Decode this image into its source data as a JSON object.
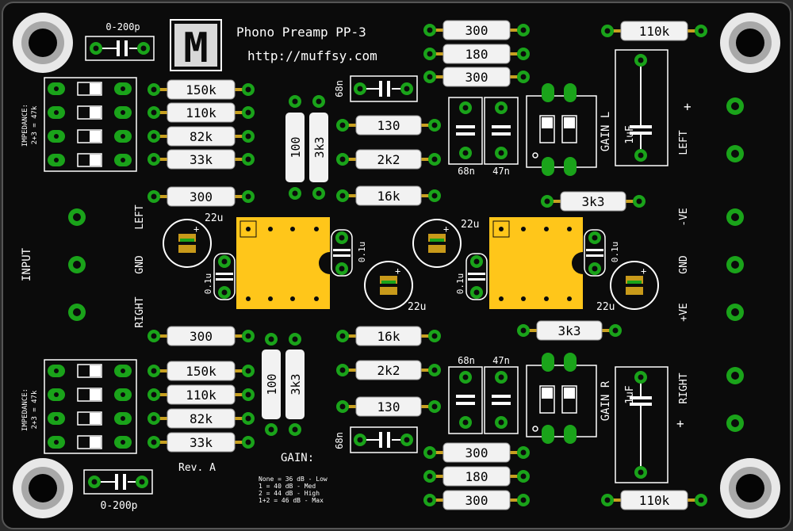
{
  "board": {
    "title": "Phono Preamp PP-3",
    "url": "http://muffsy.com",
    "logo_letter": "M",
    "revision": "Rev. A",
    "colors": {
      "board": "#0b0b0b",
      "silk": "#ffffff",
      "copper_pad": "#1aa31a",
      "gold": "#ffc61a",
      "body": "#f2f2f2"
    }
  },
  "labels": {
    "input": "INPUT",
    "left": "LEFT",
    "gnd": "GND",
    "right": "RIGHT",
    "gain": "GAIN:",
    "impedance_top": "IMPEDANCE:",
    "impedance_bottom": "2+3 = 47k",
    "gain_l": "GAIN L",
    "gain_r": "GAIN R",
    "out_left": "LEFT",
    "out_right": "RIGHT",
    "plus": "+",
    "neg_ve": "-VE",
    "pos_ve": "+VE",
    "power_gnd": "GND"
  },
  "gain_table": [
    "None = 36 dB - Low",
    "  1  = 40 dB - Med",
    "  2  = 44 dB - High",
    "1+2  = 46 dB - Max"
  ],
  "components": {
    "cap_in_top": "0-200p",
    "cap_in_bottom": "0-200p",
    "r_150k": "150k",
    "r_110k": "110k",
    "r_82k": "82k",
    "r_33k": "33k",
    "r_300": "300",
    "r_180": "180",
    "r_100": "100",
    "r_3k3": "3k3",
    "r_130": "130",
    "r_2k2": "2k2",
    "r_16k": "16k",
    "c_68n": "68n",
    "c_47n": "47n",
    "c_1uf": "1uF",
    "c_22u": "22u",
    "c_01u": "0.1u",
    "r_out_110k": "110k"
  }
}
